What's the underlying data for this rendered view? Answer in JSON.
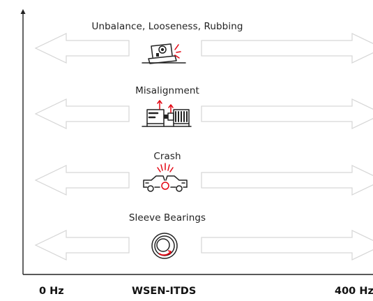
{
  "categories": [
    {
      "label": "Unbalance, Looseness, Rubbing",
      "icon": "unbalanced-machine-icon"
    },
    {
      "label": "Misalignment",
      "icon": "misaligned-shaft-icon"
    },
    {
      "label": "Crash",
      "icon": "car-crash-icon"
    },
    {
      "label": "Sleeve Bearings",
      "icon": "sleeve-bearing-icon"
    }
  ],
  "axis": {
    "left_label": "0 Hz",
    "center_label": "WSEN-ITDS",
    "right_label": "400 Hz"
  },
  "colors": {
    "arrow_stroke": "#d6d6d6",
    "icon_stroke": "#222222",
    "accent": "#e30613"
  }
}
